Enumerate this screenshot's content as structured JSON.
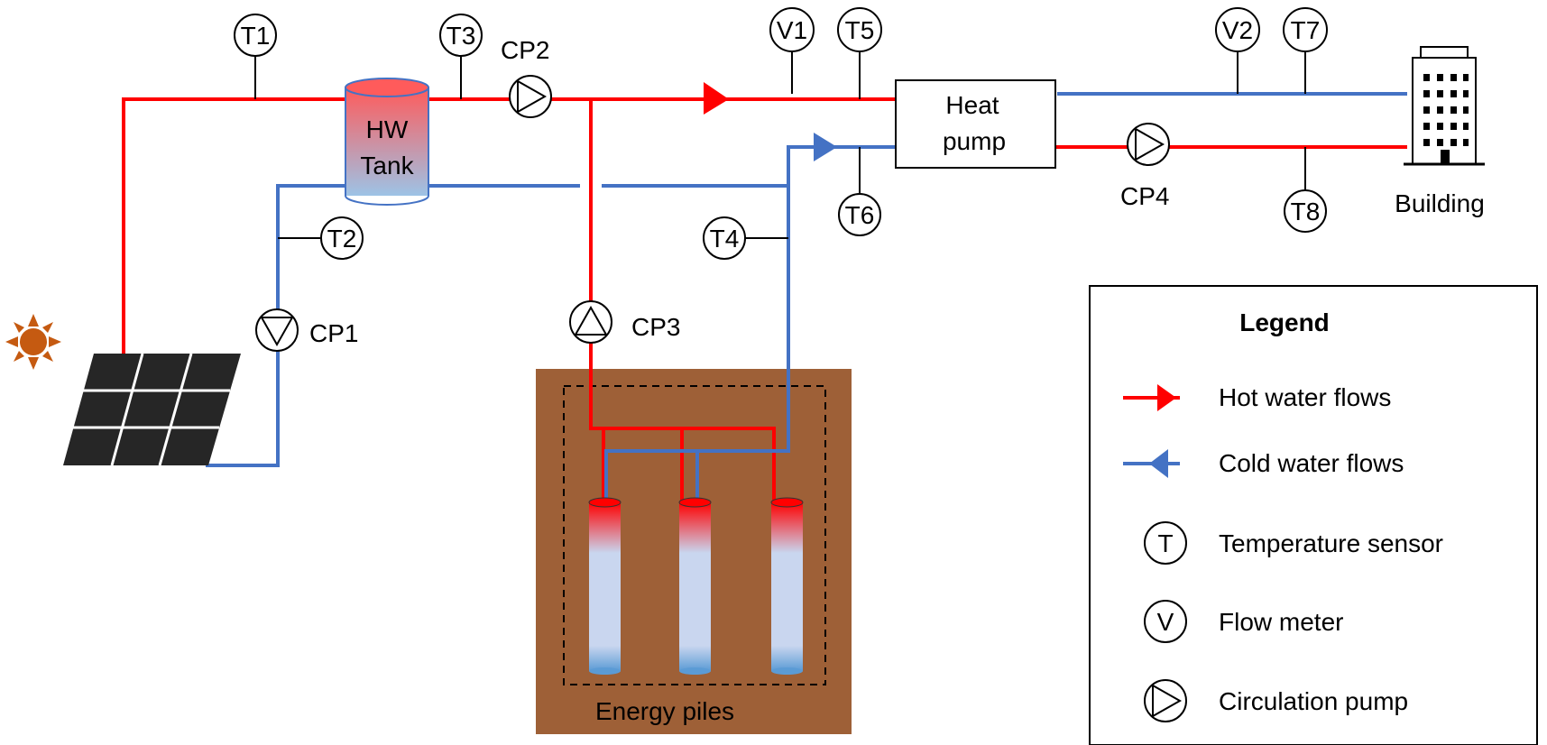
{
  "colors": {
    "hot": "#ff0000",
    "cold": "#4472c4",
    "soil": "#9e6037",
    "panel": "#262626",
    "sun": "#c55a11",
    "pile_bottom": "#5b9bd5",
    "pile_mid": "#c9d6ef",
    "tank_top": "#ff5b5b",
    "tank_bottom": "#9dc3e6"
  },
  "components": {
    "tank_line1": "HW",
    "tank_line2": "Tank",
    "heat_pump_line1": "Heat",
    "heat_pump_line2": "pump",
    "building": "Building",
    "energy_piles": "Energy piles"
  },
  "pumps": {
    "cp1": "CP1",
    "cp2": "CP2",
    "cp3": "CP3",
    "cp4": "CP4"
  },
  "sensors": {
    "t1": "T1",
    "t2": "T2",
    "t3": "T3",
    "t4": "T4",
    "t5": "T5",
    "t6": "T6",
    "t7": "T7",
    "t8": "T8",
    "v1": "V1",
    "v2": "V2"
  },
  "legend": {
    "title": "Legend",
    "hot": "Hot water flows",
    "cold": "Cold water flows",
    "temp_symbol": "T",
    "temp": "Temperature sensor",
    "flow_symbol": "V",
    "flow": "Flow meter",
    "pump": "Circulation pump"
  }
}
